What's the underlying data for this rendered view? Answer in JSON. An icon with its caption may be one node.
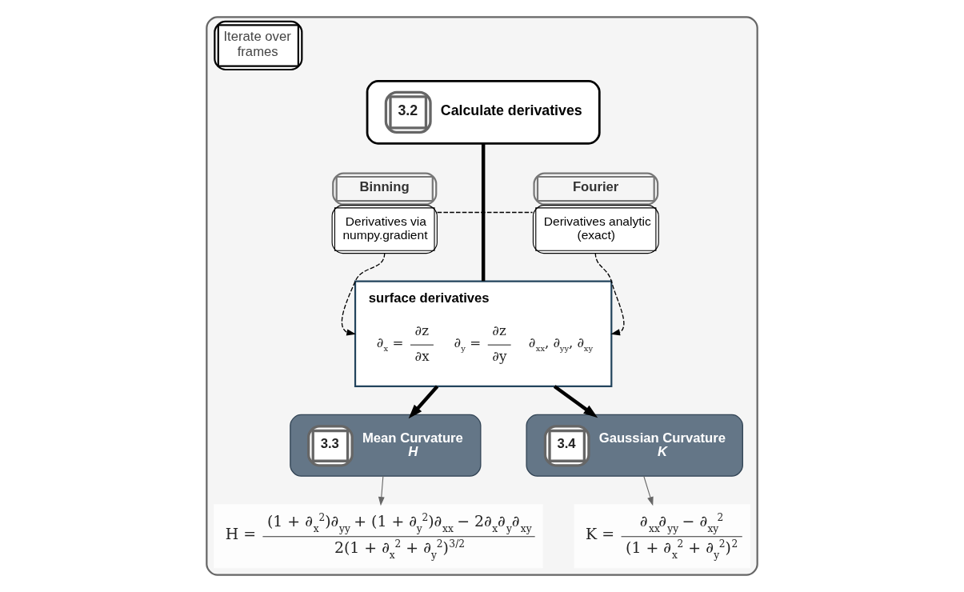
{
  "diagram": {
    "nodes": [
      {
        "text": [
          "Iterate over frames"
        ]
      },
      {
        "text": [
          "3.2",
          "Calculate derivatives"
        ],
        "in": 0
      },
      {
        "text": [
          "Binning",
          "Derivatives via numpy.gradient"
        ],
        "in": 0
      },
      {
        "text": [
          "surface derivatives",
          "∂$_{x}$ =",
          "∂z",
          "∂x",
          "∂$_{y}$ =",
          "∂z",
          "∂y",
          "∂$_{xx}$, ∂$_{yy}$, ∂$_{xy}$"
        ],
        "in": 0
      },
      {
        "text": [
          "Fourier",
          "Derivatives analytic (exact)"
        ],
        "in": 0
      },
      {
        "text": [
          "3.3",
          "Mean Curvature",
          "H"
        ],
        "in": 0
      },
      {
        "text": [
          "3.4",
          "Gaussian Curvature",
          "K"
        ],
        "in": 0
      },
      {
        "text": [
          "H =",
          "(1 + ∂$_{x}$$^{2}$)∂$_{yy}$ + (1 + ∂$_{y}$$^{2}$)∂$_{xx}$ − 2∂$_{x}$∂$_{y}$∂$_{xy}$",
          "2(1 + ∂$_{x}$$^{2}$ + ∂$_{y}$$^{2}$)$^{3/2}$"
        ],
        "in": 0
      },
      {
        "text": [
          "K =",
          "∂$_{xx}$∂$_{yy}$ − ∂$_{xy}$$^{2}$",
          "(1 + ∂$_{x}$$^{2}$ + ∂$_{y}$$^{2}$)$^{2}$"
        ],
        "in": 0
      }
    ],
    "edges": [
      {
        "from": 1,
        "to": 3,
        "arrow": "none",
        "style": "thick"
      },
      {
        "from": 2,
        "to": 4,
        "arrow": "none",
        "style": "dashed"
      },
      {
        "from": 2,
        "to": 3,
        "arrow": "to",
        "style": "dashed"
      },
      {
        "from": 4,
        "to": 3,
        "arrow": "to",
        "style": "dashed"
      },
      {
        "from": 3,
        "to": 5,
        "arrow": "to",
        "style": "thick"
      },
      {
        "from": 3,
        "to": 6,
        "arrow": "to",
        "style": "thick"
      },
      {
        "from": 5,
        "to": 7,
        "arrow": "to",
        "color": "#666666"
      },
      {
        "from": 6,
        "to": 8,
        "arrow": "to",
        "color": "#666666"
      }
    ]
  }
}
